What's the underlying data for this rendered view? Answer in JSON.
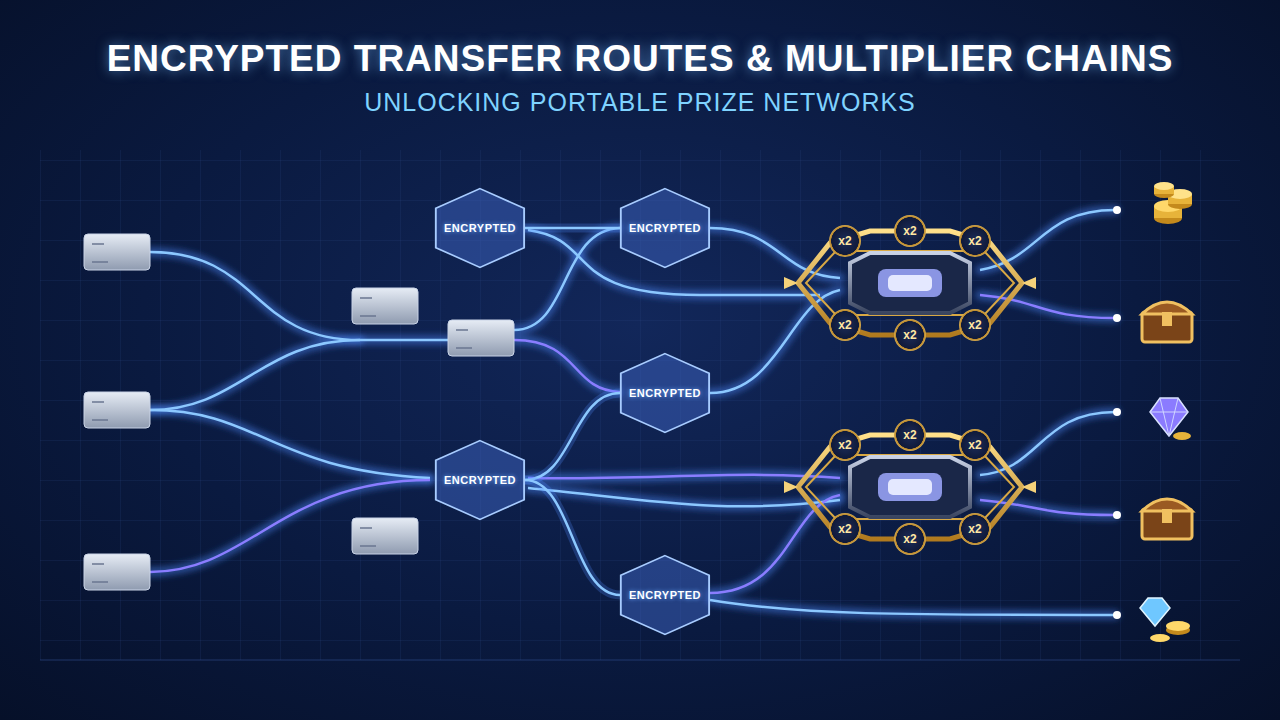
{
  "diagram": {
    "title": "ENCRYPTED TRANSFER ROUTES & MULTIPLIER CHAINS",
    "nodes": [
      {
        "text": [
          "ENCRYPTED"
        ]
      },
      {
        "text": [
          "ENCRYPTED"
        ]
      },
      {
        "text": [
          "ENCRYPTED"
        ]
      },
      {
        "text": [
          "ENCRYPTED"
        ]
      },
      {
        "text": [
          "ENCRYPTED"
        ]
      },
      {
        "text": [
          "x2"
        ]
      },
      {
        "text": [
          "x2"
        ]
      },
      {
        "text": [
          "x2"
        ]
      },
      {
        "text": [
          "x2"
        ]
      },
      {
        "text": [
          "x2"
        ]
      },
      {
        "text": [
          "x2"
        ]
      },
      {
        "text": [
          "x2"
        ]
      },
      {
        "text": [
          "x2"
        ]
      },
      {
        "text": [
          "x2"
        ]
      },
      {
        "text": [
          "x2"
        ]
      },
      {
        "text": [
          "x2"
        ]
      },
      {
        "text": [
          "x2"
        ]
      }
    ],
    "edges": [
      {
        "from": 0,
        "to": 1,
        "arrow": "none"
      },
      {
        "from": 3,
        "to": 2,
        "arrow": "none"
      },
      {
        "from": 3,
        "to": 4,
        "arrow": "none"
      }
    ],
    "labels": [
      "UNLOCKING PORTABLE PRIZE NETWORKS"
    ]
  }
}
